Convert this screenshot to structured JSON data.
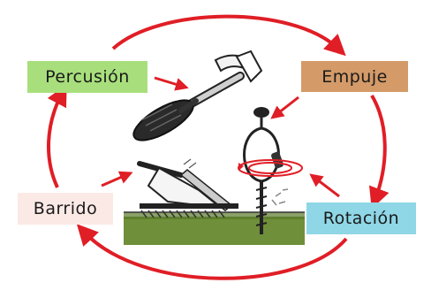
{
  "labels": {
    "percusion": "Percusión",
    "empuje": "Empuje",
    "rotacion": "Rotación",
    "barrido": "Barrido"
  },
  "colors": {
    "cycle_arrow": "#e01e26",
    "pointer_arrow": "#e01e26",
    "percusion_bg": "#a8df7c",
    "empuje_bg": "#d49a68",
    "rotacion_bg": "#8fd6e6",
    "barrido_bg": "#fbe9e6",
    "ground": "#6f8f3a"
  },
  "icons": [
    "hammer-icon",
    "hand-drill-icon",
    "trowel-brush-icon"
  ]
}
